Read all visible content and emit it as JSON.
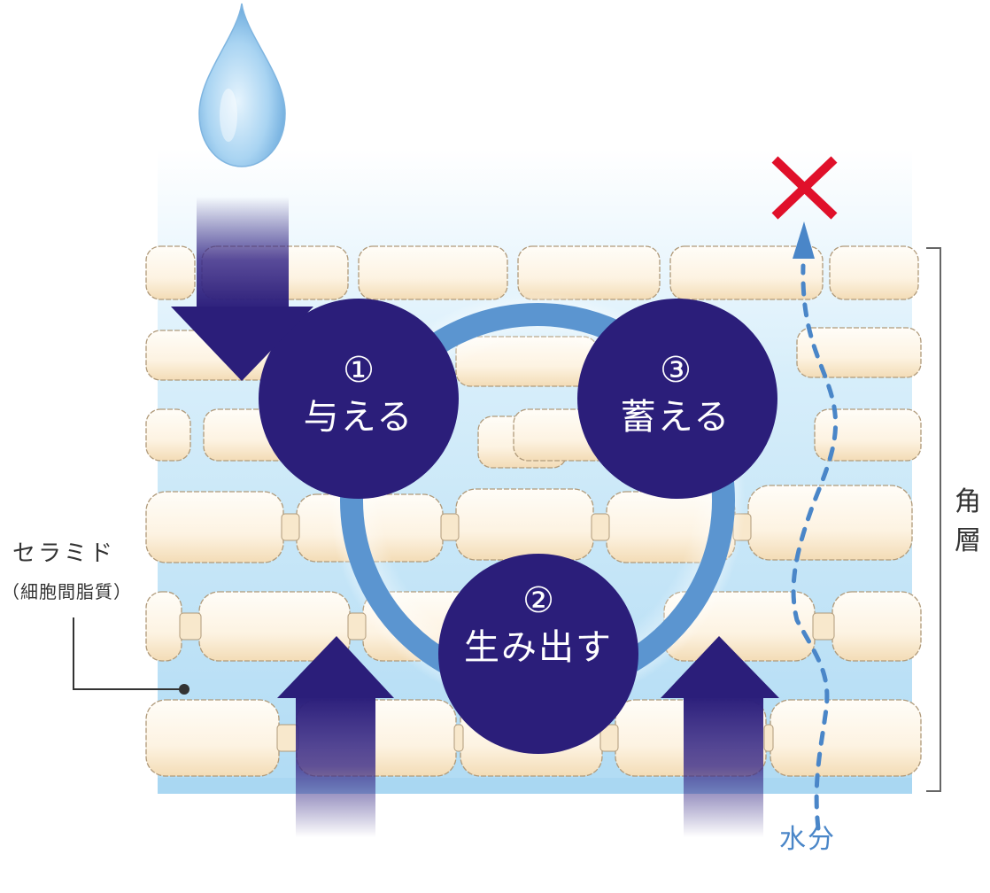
{
  "diagram": {
    "type": "skin stratum corneum moisture cycle",
    "steps": [
      {
        "number": "①",
        "label": "与える"
      },
      {
        "number": "②",
        "label": "生み出す"
      },
      {
        "number": "③",
        "label": "蓄える"
      }
    ],
    "labels": {
      "ceramide_title": "セラミド",
      "ceramide_sub": "（細胞間脂質）",
      "layer_line1": "角",
      "layer_line2": "層",
      "moisture": "水分"
    },
    "icons": {
      "water_drop": "water-drop",
      "blocked_mark": "red-x"
    },
    "colors": {
      "circle": "#2b1e7a",
      "ring": "#5b95d0",
      "background_blue": "#b8def4",
      "cell": "#fbf0de",
      "blocked": "#e0102a",
      "moisture": "#4a86c8",
      "text_dark": "#333333"
    }
  }
}
